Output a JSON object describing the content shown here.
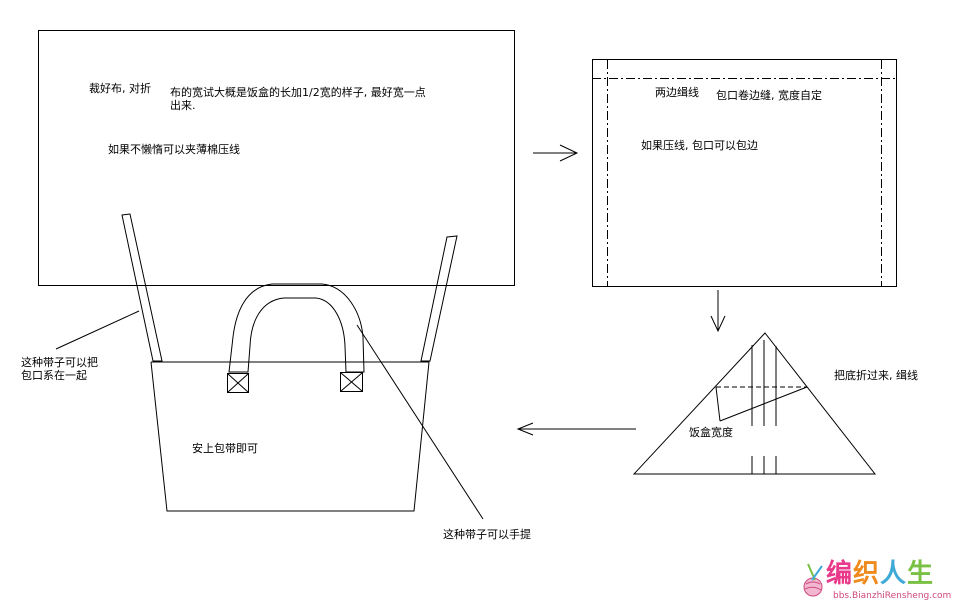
{
  "labels": {
    "step1_cut": "裁好布, 对折",
    "step1_width": "布的宽试大概是饭盒的长加1/2宽的样子, 最好宽一点出来.",
    "step1_padding": "如果不懒惰可以夹薄棉压线",
    "step2_sides": "两边缉线",
    "step2_hem": "包口卷边缝, 宽度自定",
    "step2_topstitch": "如果压线, 包口可以包边",
    "step3_fold": "把底折过来, 缉线",
    "step3_width": "饭盒宽度",
    "step4_strap_tie": "这种带子可以把包口系在一起",
    "step4_attach": "安上包带即可",
    "step4_handle": "这种带子可以手提"
  },
  "watermark": {
    "chars": [
      "编",
      "织",
      "人",
      "生"
    ],
    "url": "bbs.BianzhiRensheng.com",
    "colors": [
      "#e8398a",
      "#f08a1c",
      "#3fa9d8",
      "#7ac143"
    ],
    "icon": "knitting-yarn-icon"
  }
}
